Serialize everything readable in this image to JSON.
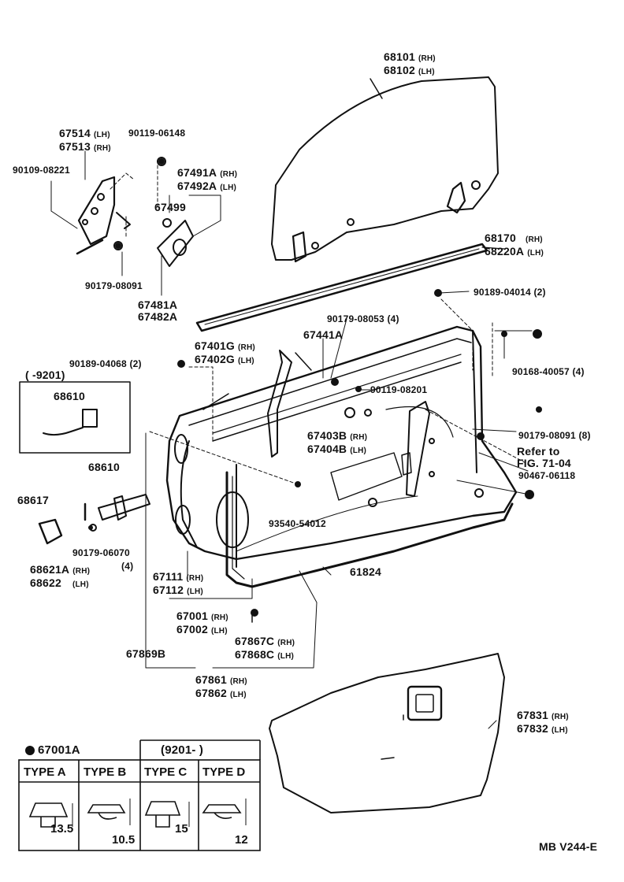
{
  "callouts": {
    "glass_rh": "68101",
    "glass_lh": "68102",
    "hinge_lh": "67514",
    "hinge_rh": "67513",
    "hinge_bolt": "90119-06148",
    "hinge_pin": "90109-08221",
    "hinge_sub_rh": "67491A",
    "hinge_sub_lh": "67492A",
    "stopper": "67499",
    "hinge_nut": "90179-08091",
    "hinge_lower_rh": "67481A",
    "hinge_lower_lh": "67482A",
    "weatherstrip_rh": "68170",
    "weatherstrip_lh": "68220A",
    "clip_upper": "90189-04014",
    "clip_upper_qty": "(2)",
    "nut_8053": "90179-08053",
    "nut_8053_qty": "(4)",
    "run_rh": "67401G",
    "run_lh": "67402G",
    "run_441": "67441A",
    "clip_4068": "90189-04068",
    "clip_4068_qty": "(2)",
    "bolt_8201": "90119-08201",
    "bolt_40057": "90168-40057",
    "bolt_40057_qty": "(4)",
    "date_range_left": "(      -9201)",
    "check_68610_box": "68610",
    "run_403_rh": "67403B",
    "run_404_lh": "67404B",
    "nut_8091_8": "90179-08091",
    "nut_8091_8_qty": "(8)",
    "refer_1": "Refer to",
    "refer_2": "FIG. 71-04",
    "screw_6118": "90467-06118",
    "check_68610": "68610",
    "pin_68617": "68617",
    "clip_54012": "93540-54012",
    "nut_6070": "90179-06070",
    "nut_6070_qty": "(4)",
    "cover_rh": "68621A",
    "cover_lh": "68622",
    "clip_61824": "61824",
    "panel_rh": "67111",
    "panel_lh": "67112",
    "door_rh": "67001",
    "door_lh": "67002",
    "clip_867_rh": "67867C",
    "clip_868_lh": "67868C",
    "seal_869": "67869B",
    "seal_861_rh": "67861",
    "seal_862_lh": "67862",
    "trim_rh": "67831",
    "trim_lh": "67832",
    "rh": "(RH)",
    "lh": "(LH)"
  },
  "clip_table": {
    "title": "67001A",
    "date_range": "(9201-        )",
    "types": [
      "TYPE  A",
      "TYPE  B",
      "TYPE  C",
      "TYPE  D"
    ],
    "dims": [
      "13.5",
      "10.5",
      "15",
      "12"
    ]
  },
  "footer": {
    "code": "MB V244-E"
  }
}
